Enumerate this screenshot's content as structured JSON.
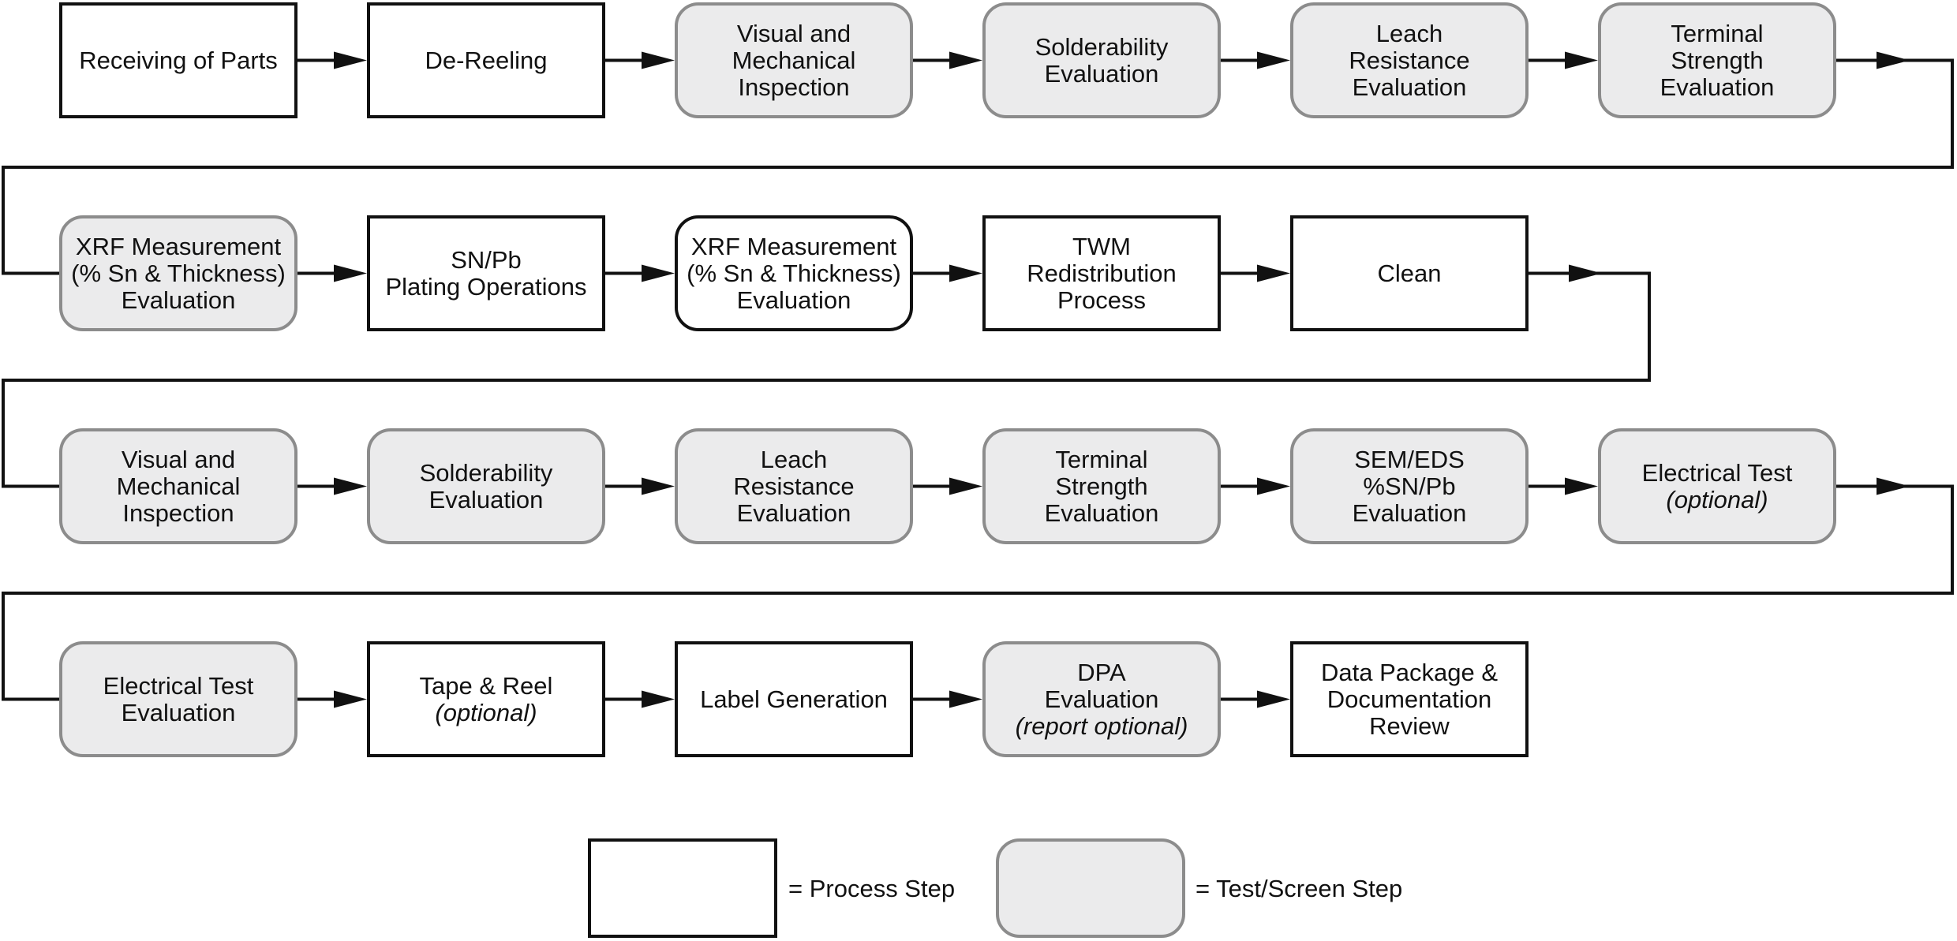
{
  "colors": {
    "process_fill": "#ffffff",
    "process_border": "#111111",
    "test_fill": "#ebebec",
    "test_border": "#8c8c8c",
    "connector": "#111111"
  },
  "rows": [
    {
      "nodes": [
        {
          "type": "process",
          "lines": [
            "Receiving of Parts"
          ]
        },
        {
          "type": "process",
          "lines": [
            "De-Reeling"
          ]
        },
        {
          "type": "test",
          "lines": [
            "Visual and",
            "Mechanical",
            "Inspection"
          ]
        },
        {
          "type": "test",
          "lines": [
            "Solderability",
            "Evaluation"
          ]
        },
        {
          "type": "test",
          "lines": [
            "Leach",
            "Resistance",
            "Evaluation"
          ]
        },
        {
          "type": "test",
          "lines": [
            "Terminal",
            "Strength",
            "Evaluation"
          ]
        }
      ]
    },
    {
      "nodes": [
        {
          "type": "test",
          "lines": [
            "XRF Measurement",
            "(% Sn & Thickness)",
            "Evaluation"
          ]
        },
        {
          "type": "process",
          "lines": [
            "SN/Pb",
            "Plating Operations"
          ]
        },
        {
          "type": "rounded-process",
          "lines": [
            "XRF Measurement",
            "(% Sn & Thickness)",
            "Evaluation"
          ]
        },
        {
          "type": "process",
          "lines": [
            "TWM",
            "Redistribution",
            "Process"
          ]
        },
        {
          "type": "process",
          "lines": [
            "Clean"
          ]
        }
      ]
    },
    {
      "nodes": [
        {
          "type": "test",
          "lines": [
            "Visual and",
            "Mechanical",
            "Inspection"
          ]
        },
        {
          "type": "test",
          "lines": [
            "Solderability",
            "Evaluation"
          ]
        },
        {
          "type": "test",
          "lines": [
            "Leach",
            "Resistance",
            "Evaluation"
          ]
        },
        {
          "type": "test",
          "lines": [
            "Terminal",
            "Strength",
            "Evaluation"
          ]
        },
        {
          "type": "test",
          "lines": [
            "SEM/EDS",
            "%SN/Pb",
            "Evaluation"
          ]
        },
        {
          "type": "test",
          "lines": [
            "Electrical Test"
          ],
          "note": "(optional)"
        }
      ]
    },
    {
      "nodes": [
        {
          "type": "test",
          "lines": [
            "Electrical Test",
            "Evaluation"
          ]
        },
        {
          "type": "process",
          "lines": [
            "Tape & Reel"
          ],
          "note": "(optional)"
        },
        {
          "type": "process",
          "lines": [
            "Label Generation"
          ]
        },
        {
          "type": "test",
          "lines": [
            "DPA",
            "Evaluation"
          ],
          "note": "(report optional)"
        },
        {
          "type": "process",
          "lines": [
            "Data Package &",
            "Documentation",
            "Review"
          ]
        }
      ]
    }
  ],
  "legend": {
    "process_label": "= Process Step",
    "test_label": "= Test/Screen Step"
  }
}
